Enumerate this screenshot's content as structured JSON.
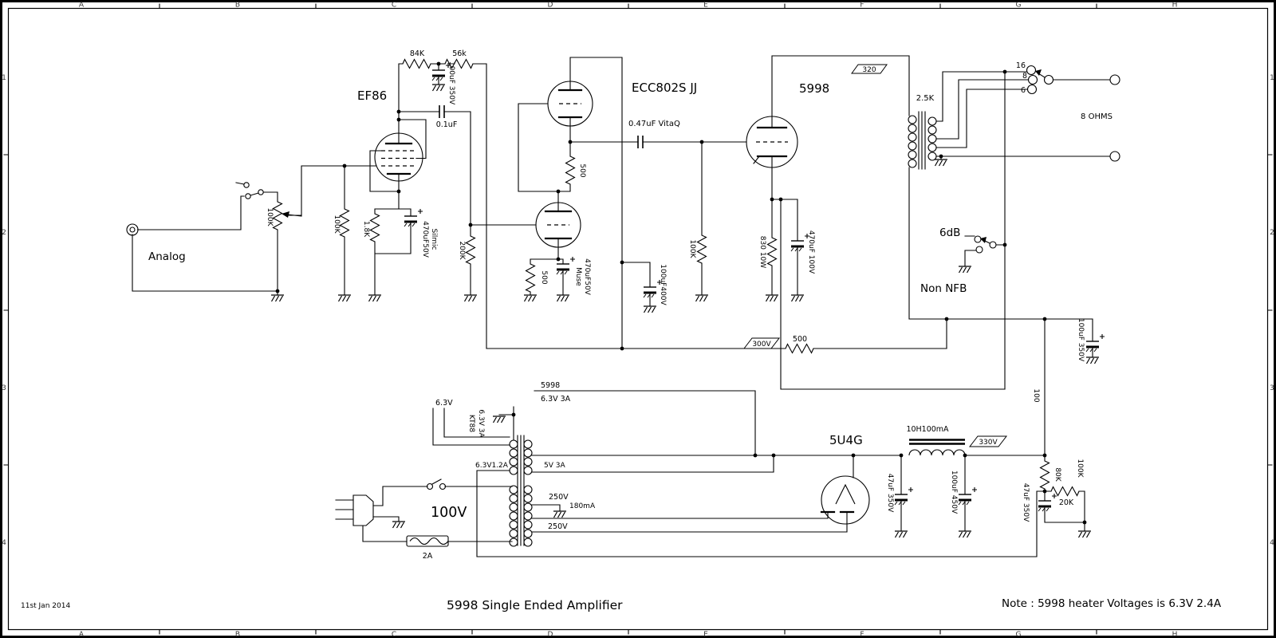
{
  "meta": {
    "title": "5998 Single Ended Amplifier",
    "note": "Note : 5998 heater Voltages is 6.3V 2.4A",
    "date": "11st Jan 2014"
  },
  "grid": {
    "cols": [
      "A",
      "B",
      "C",
      "D",
      "E",
      "F",
      "G",
      "H"
    ],
    "rows": [
      "1",
      "2",
      "3",
      "4"
    ]
  },
  "labels": {
    "analog": "Analog",
    "ef86": "EF86",
    "ecc802s": "ECC802S JJ",
    "v5998": "5998",
    "v5u4g": "5U4G",
    "r84k": "84K",
    "r56k": "56k",
    "c100_350_top": "100uF 350V",
    "c01": "0.1uF",
    "pot100k": "100K",
    "r100k_in": "100K",
    "r1k8": "1.8K",
    "c470_50": "470uF50V",
    "silmic": "Silmic",
    "r200k": "200K",
    "r500_up": "500",
    "r500_low": "500",
    "muse": "Muse",
    "c470_50_muse": "470uF50V",
    "c047": "0.47uF VitaQ",
    "c100_400": "100uF400V",
    "r100k_drv": "100K",
    "flag320": "320",
    "r830": "830 10W",
    "c470_100": "470uF 100V",
    "opt25k": "2.5K",
    "tap16": "16",
    "tap8": "8",
    "tap6": "6",
    "ohms8": "8 OHMS",
    "db6": "6dB",
    "nonnfb": "Non NFB",
    "c100_350_r": "100uF 350V",
    "r100": "100",
    "flag300": "300V",
    "r500_psu": "500",
    "choke": "10H100mA",
    "flag330": "330V",
    "c47_350_a": "47uF 350V",
    "c100_450": "100uF 450V",
    "r80k": "80K",
    "r20k": "20K",
    "r100k_div": "100K",
    "c47_350_b": "47uF 350V",
    "h63": "6.3V",
    "kt88": "KT88",
    "kt88v": "6.3V 3A",
    "h5998a": "5998",
    "h5998b": "6.3V 3A",
    "h63_12": "6.3V1.2A",
    "h5v3a": "5V 3A",
    "v250a": "250V",
    "v250b": "250V",
    "ma180": "180mA",
    "v100": "100V",
    "fuse2a": "2A"
  }
}
